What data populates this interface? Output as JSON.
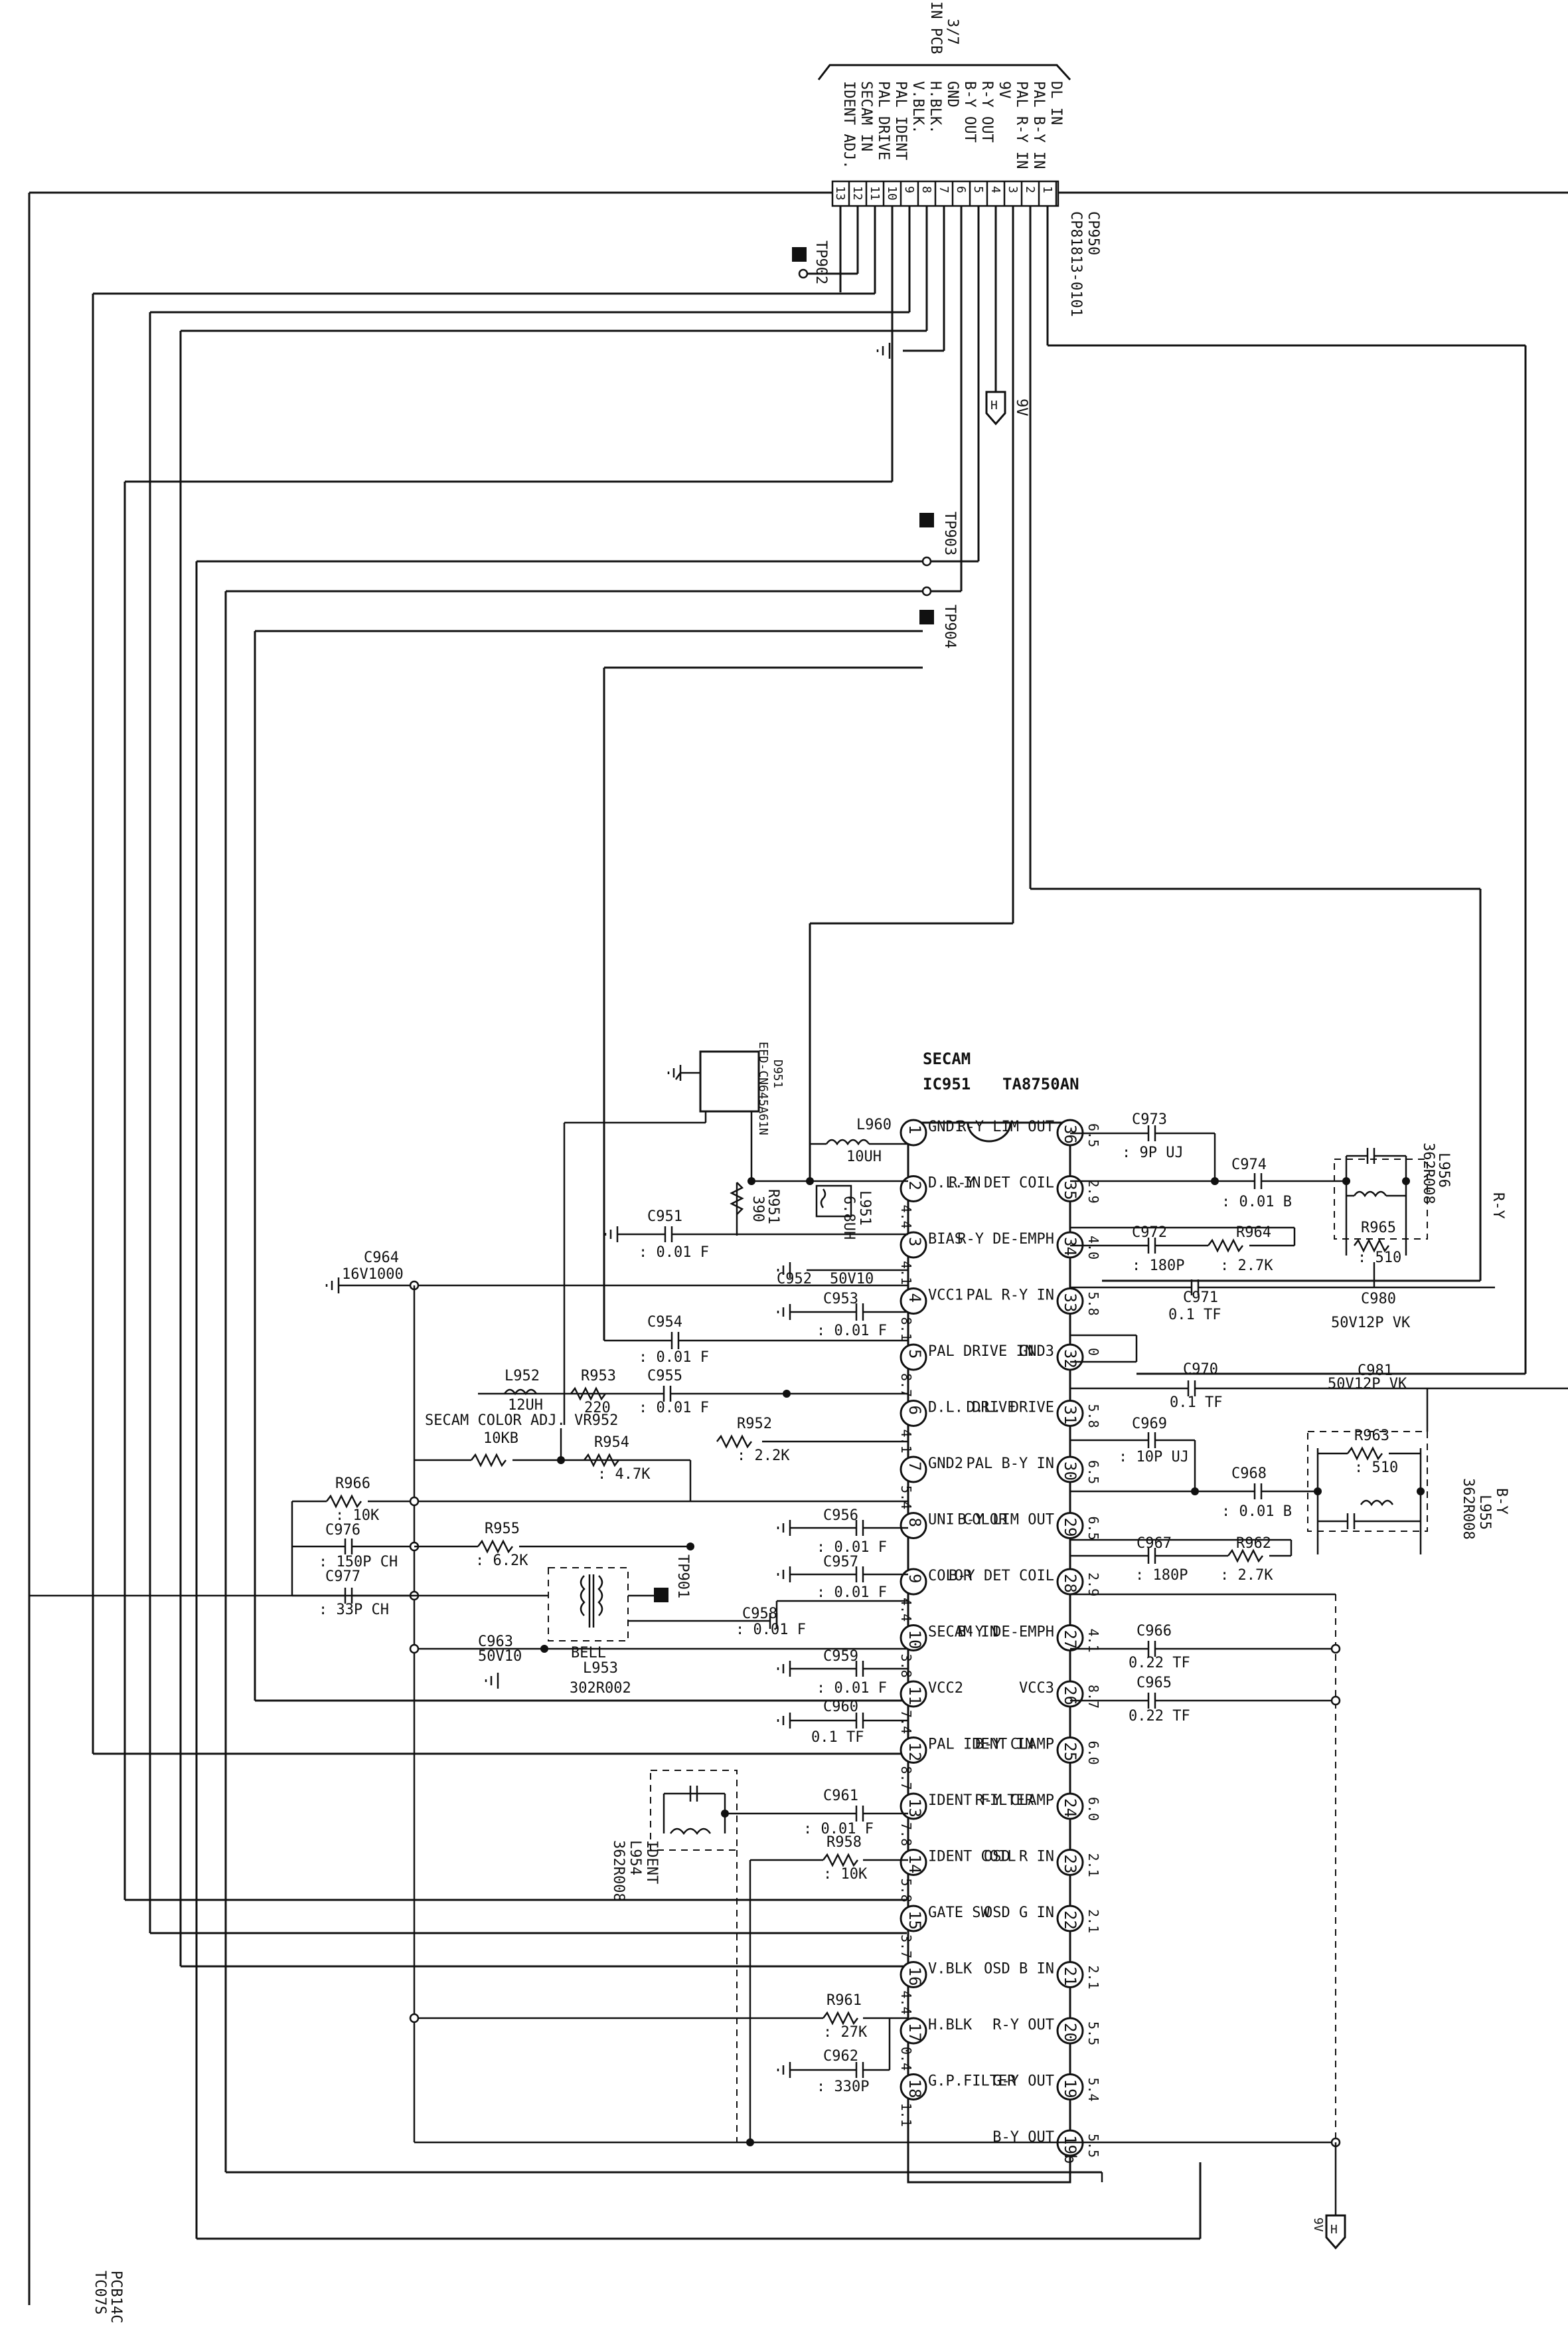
{
  "sheet_ref": {
    "line1": "3/7",
    "line2": "IN PCB"
  },
  "footer": {
    "line1": "PCB14C",
    "line2": "TC07S"
  },
  "connector": {
    "ref": "CP950",
    "part": "CP81813-0101",
    "pins": [
      {
        "num": "1",
        "label": "DL IN"
      },
      {
        "num": "2",
        "label": "PAL B-Y IN"
      },
      {
        "num": "3",
        "label": "PAL R-Y IN"
      },
      {
        "num": "4",
        "label": "9V"
      },
      {
        "num": "5",
        "label": "R-Y OUT"
      },
      {
        "num": "6",
        "label": "B-Y OUT"
      },
      {
        "num": "7",
        "label": "GND"
      },
      {
        "num": "8",
        "label": "H.BLK."
      },
      {
        "num": "9",
        "label": "V.BLK."
      },
      {
        "num": "10",
        "label": "PAL IDENT"
      },
      {
        "num": "11",
        "label": "PAL DRIVE"
      },
      {
        "num": "12",
        "label": "SECAM IN"
      },
      {
        "num": "13",
        "label": "IDENT ADJ."
      }
    ]
  },
  "supply": {
    "rail_h": "H",
    "rail_9v": "9V"
  },
  "test_points": {
    "tp902": "TP902",
    "tp903": "TP903",
    "tp904": "TP904",
    "tp901": "TP901"
  },
  "ic": {
    "title": "SECAM",
    "ref": "IC951",
    "part": "TA8750AN",
    "left_pins": [
      {
        "num": "1",
        "name": "GND1",
        "v": ""
      },
      {
        "num": "2",
        "name": "D.L.IN",
        "v": "4.4"
      },
      {
        "num": "3",
        "name": "BIAS",
        "v": "4.1"
      },
      {
        "num": "4",
        "name": "VCC1",
        "v": "8.1"
      },
      {
        "num": "5",
        "name": "PAL DRIVE IN",
        "v": "8.7"
      },
      {
        "num": "6",
        "name": "D.L. DRIVE",
        "v": "4.1"
      },
      {
        "num": "7",
        "name": "GND2",
        "v": "5.4"
      },
      {
        "num": "8",
        "name": "UNI COLOR",
        "v": ""
      },
      {
        "num": "9",
        "name": "COLOR",
        "v": "4.4"
      },
      {
        "num": "10",
        "name": "SECAM IN",
        "v": "3.8"
      },
      {
        "num": "11",
        "name": "VCC2",
        "v": "7.4"
      },
      {
        "num": "12",
        "name": "PAL IDENT IN",
        "v": "8.7"
      },
      {
        "num": "13",
        "name": "IDENT FILTER",
        "v": "7.8"
      },
      {
        "num": "14",
        "name": "IDENT COIL",
        "v": "5.8"
      },
      {
        "num": "15",
        "name": "GATE SW",
        "v": "3.7"
      },
      {
        "num": "16",
        "name": "V.BLK",
        "v": "4.4"
      },
      {
        "num": "17",
        "name": "H.BLK",
        "v": "0.4"
      },
      {
        "num": "18",
        "name": "G.P.FILTER",
        "v": "1.1"
      }
    ],
    "right_pins": [
      {
        "num": "36",
        "name": "R-Y LIM OUT",
        "v": "6.5"
      },
      {
        "num": "35",
        "name": "R-Y DET COIL",
        "v": "2.9"
      },
      {
        "num": "34",
        "name": "R-Y DE-EMPH",
        "v": "4.0"
      },
      {
        "num": "33",
        "name": "PAL R-Y IN",
        "v": "5.8"
      },
      {
        "num": "32",
        "name": "GND3",
        "v": "0"
      },
      {
        "num": "31",
        "name": "D.L. DRIVE",
        "v": "5.8"
      },
      {
        "num": "30",
        "name": "PAL B-Y IN",
        "v": "6.5"
      },
      {
        "num": "29",
        "name": "B-Y LIM OUT",
        "v": "6.5"
      },
      {
        "num": "28",
        "name": "B-Y DET COIL",
        "v": "2.9"
      },
      {
        "num": "27",
        "name": "B-Y DE-EMPH",
        "v": "4.1"
      },
      {
        "num": "26",
        "name": "VCC3",
        "v": "8.7"
      },
      {
        "num": "25",
        "name": "B-Y CLAMP",
        "v": "6.0"
      },
      {
        "num": "24",
        "name": "R-Y CLAMP",
        "v": "6.0"
      },
      {
        "num": "23",
        "name": "OSD R IN",
        "v": "2.1"
      },
      {
        "num": "22",
        "name": "OSD G IN",
        "v": "2.1"
      },
      {
        "num": "21",
        "name": "OSD B IN",
        "v": "2.1"
      },
      {
        "num": "20",
        "name": "R-Y OUT",
        "v": "5.5"
      },
      {
        "num": "19",
        "name": "G-Y OUT",
        "v": "5.4"
      },
      {
        "num": "19b",
        "name": "B-Y OUT",
        "v": "5.5"
      }
    ]
  },
  "parts": {
    "d951": {
      "ref": "D951",
      "part": "EFD-CN645A61N"
    },
    "l960": {
      "ref": "L960",
      "val": "10UH"
    },
    "l951": {
      "ref": "L951",
      "val": "6.8UH"
    },
    "r951": {
      "ref": "R951",
      "val": "390"
    },
    "c951": {
      "ref": "C951",
      "val": ": 0.01 F"
    },
    "c952": {
      "ref": "C952",
      "val": "50V10"
    },
    "c953": {
      "ref": "C953",
      "val": ": 0.01 F"
    },
    "c954": {
      "ref": "C954",
      "val": ": 0.01 F"
    },
    "c955": {
      "ref": "C955",
      "val": ": 0.01 F"
    },
    "l952": {
      "ref": "L952",
      "val": "12UH"
    },
    "r953": {
      "ref": "R953",
      "val": "220"
    },
    "r952": {
      "ref": "R952",
      "val": ": 2.2K"
    },
    "vr952": {
      "ref": "SECAM COLOR ADJ.  VR952",
      "val": "10KB"
    },
    "r954": {
      "ref": "R954",
      "val": ": 4.7K"
    },
    "r966": {
      "ref": "R966",
      "val": ": 10K"
    },
    "c976": {
      "ref": "C976",
      "val": ": 150P CH"
    },
    "c977": {
      "ref": "C977",
      "val": ": 33P CH"
    },
    "r955": {
      "ref": "R955",
      "val": ": 6.2K"
    },
    "c956": {
      "ref": "C956",
      "val": ": 0.01 F"
    },
    "c957": {
      "ref": "C957",
      "val": ": 0.01 F"
    },
    "c958": {
      "ref": "C958",
      "val": ": 0.01 F"
    },
    "c963": {
      "ref": "C963",
      "val": "50V10"
    },
    "l953": {
      "ref": "L953",
      "val": "302R002",
      "name": "BELL"
    },
    "c959": {
      "ref": "C959",
      "val": ": 0.01 F"
    },
    "c960": {
      "ref": "C960",
      "val": "0.1 TF"
    },
    "c961": {
      "ref": "C961",
      "val": ": 0.01 F"
    },
    "l954": {
      "ref": "L954",
      "val": "362R008",
      "name": "IDENT"
    },
    "r958": {
      "ref": "R958",
      "val": ": 10K"
    },
    "r961": {
      "ref": "R961",
      "val": ": 27K"
    },
    "c962": {
      "ref": "C962",
      "val": ": 330P"
    },
    "c964": {
      "ref": "C964",
      "val": "16V1000"
    },
    "c973": {
      "ref": "C973",
      "val": ": 9P UJ"
    },
    "c974": {
      "ref": "C974",
      "val": ": 0.01 B"
    },
    "l956": {
      "ref": "L956",
      "val": "362R008",
      "name": "R-Y"
    },
    "r965": {
      "ref": "R965",
      "val": ": 510"
    },
    "c972": {
      "ref": "C972",
      "val": ": 180P"
    },
    "r964": {
      "ref": "R964",
      "val": ": 2.7K"
    },
    "c971": {
      "ref": "C971",
      "val": "0.1 TF"
    },
    "c980": {
      "ref": "C980",
      "val": "50V12P VK"
    },
    "c981": {
      "ref": "C981",
      "val": "50V12P VK"
    },
    "c970": {
      "ref": "C970",
      "val": "0.1 TF"
    },
    "c969": {
      "ref": "C969",
      "val": ": 10P UJ"
    },
    "c968": {
      "ref": "C968",
      "val": ": 0.01 B"
    },
    "r963": {
      "ref": "R963",
      "val": ": 510"
    },
    "l955": {
      "ref": "L955",
      "val": "362R008",
      "name": "B-Y"
    },
    "c967": {
      "ref": "C967",
      "val": ": 180P"
    },
    "r962": {
      "ref": "R962",
      "val": ": 2.7K"
    },
    "c966": {
      "ref": "C966",
      "val": "0.22 TF"
    },
    "c965": {
      "ref": "C965",
      "val": "0.22 TF"
    }
  }
}
